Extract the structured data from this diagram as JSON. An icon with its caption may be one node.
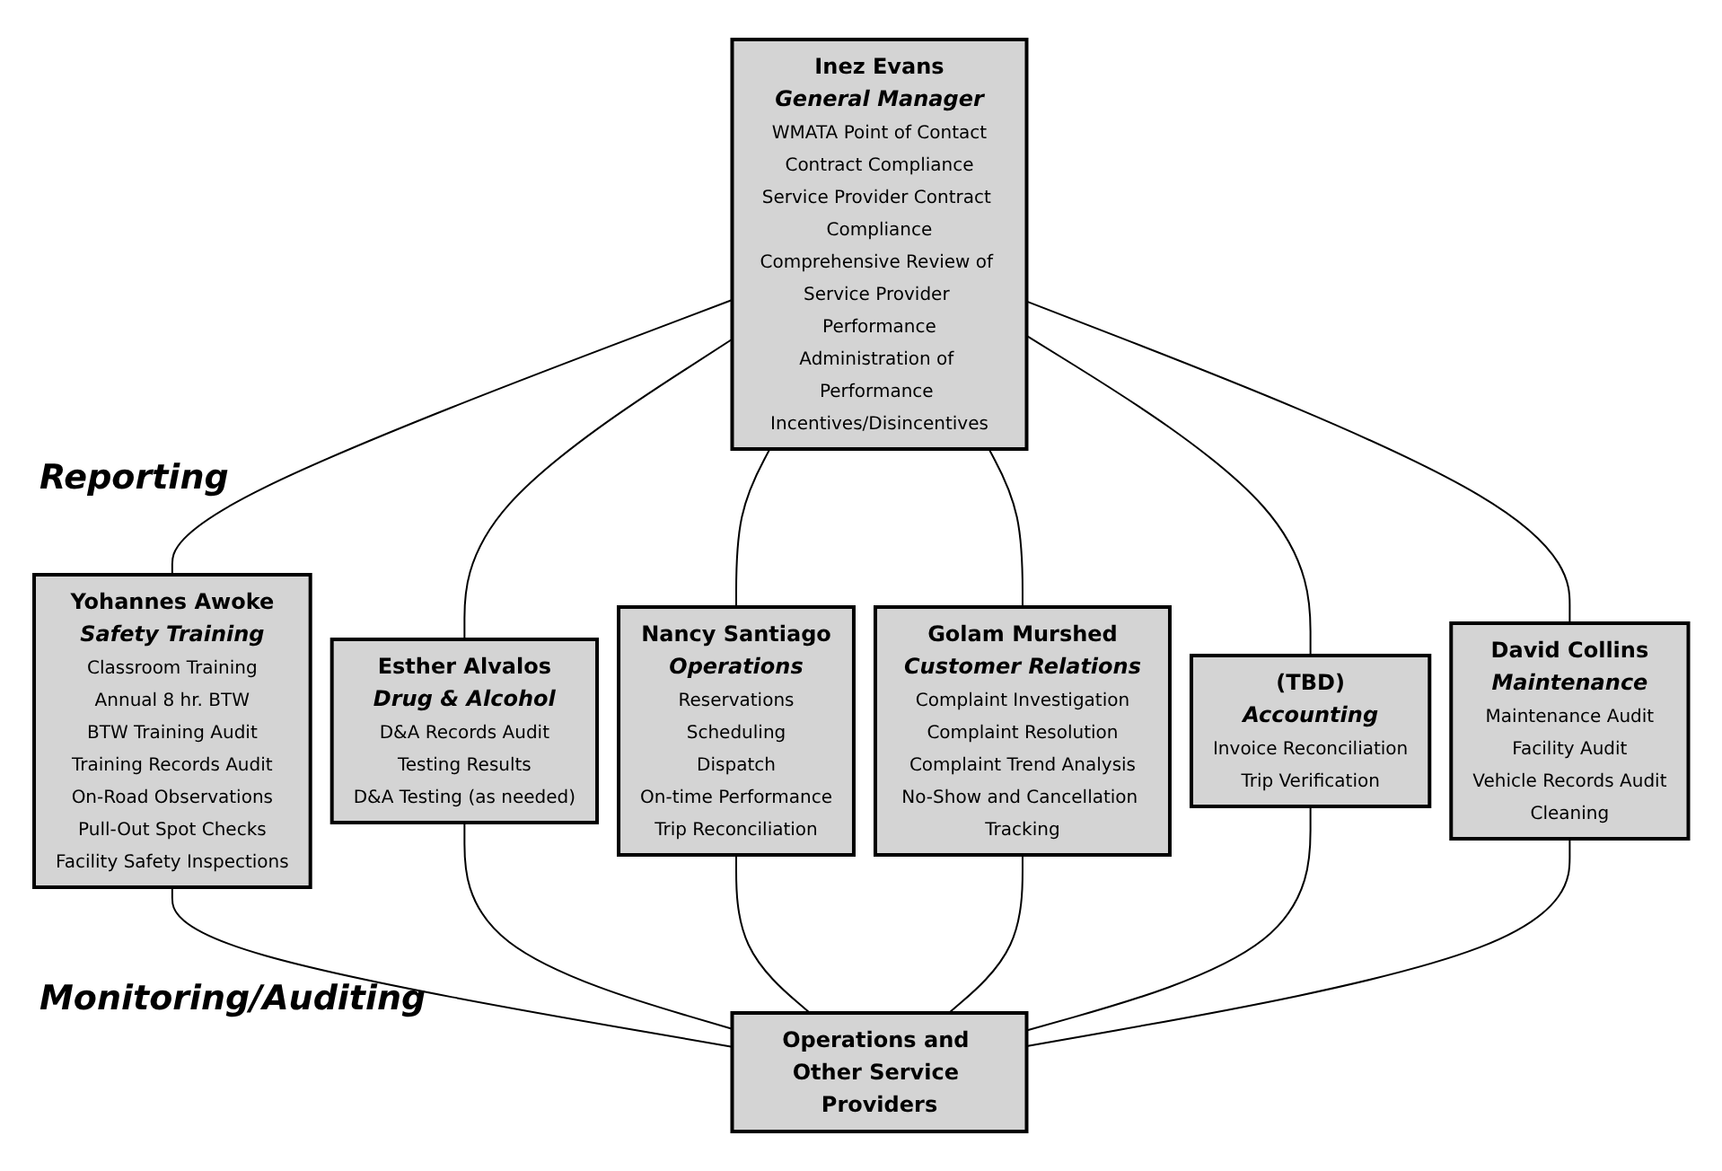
{
  "diagram": {
    "nodes": [
      {
        "text": [
          "Inez Evans",
          "General Manager",
          "WMATA Point of Contact",
          "Contract Compliance",
          "Service Provider Contract Compliance",
          "Comprehensive Review of Service Provider Performance",
          "Administration of Performance Incentives/Disincentives"
        ]
      },
      {
        "text": [
          "Yohannes Awoke",
          "Safety Training",
          "Classroom Training",
          "Annual 8 hr. BTW",
          "BTW Training Audit",
          "Training Records Audit",
          "On-Road Observations",
          "Pull-Out Spot Checks",
          "Facility Safety Inspections"
        ]
      },
      {
        "text": [
          "Esther Alvalos",
          "Drug & Alcohol",
          "D&A Records Audit",
          "Testing Results",
          "D&A Testing (as needed)"
        ]
      },
      {
        "text": [
          "Nancy Santiago",
          "Operations",
          "Reservations",
          "Scheduling",
          "Dispatch",
          "On-time Performance",
          "Trip Reconciliation"
        ]
      },
      {
        "text": [
          "Golam Murshed",
          "Customer Relations",
          "Complaint Investigation",
          "Complaint Resolution",
          "Complaint Trend Analysis",
          "No-Show and Cancellation Tracking"
        ]
      },
      {
        "text": [
          "(TBD)",
          "Accounting",
          "Invoice Reconciliation",
          "Trip Verification"
        ]
      },
      {
        "text": [
          "David Collins",
          "Maintenance",
          "Maintenance Audit",
          "Facility Audit",
          "Vehicle Records Audit",
          "Cleaning"
        ]
      },
      {
        "text": [
          "Operations and Other Service Providers"
        ]
      }
    ],
    "edges": [
      {
        "from": 0,
        "to": 1,
        "arrow": "none"
      },
      {
        "from": 0,
        "to": 2,
        "arrow": "none"
      },
      {
        "from": 0,
        "to": 3,
        "arrow": "none"
      },
      {
        "from": 0,
        "to": 4,
        "arrow": "none"
      },
      {
        "from": 0,
        "to": 5,
        "arrow": "none"
      },
      {
        "from": 0,
        "to": 6,
        "arrow": "none"
      },
      {
        "from": 1,
        "to": 7,
        "arrow": "none"
      },
      {
        "from": 2,
        "to": 7,
        "arrow": "none"
      },
      {
        "from": 3,
        "to": 7,
        "arrow": "none"
      },
      {
        "from": 4,
        "to": 7,
        "arrow": "none"
      },
      {
        "from": 5,
        "to": 7,
        "arrow": "none"
      },
      {
        "from": 6,
        "to": 7,
        "arrow": "none"
      }
    ],
    "labels": [
      "Reporting",
      "Monitoring/Auditing"
    ]
  }
}
